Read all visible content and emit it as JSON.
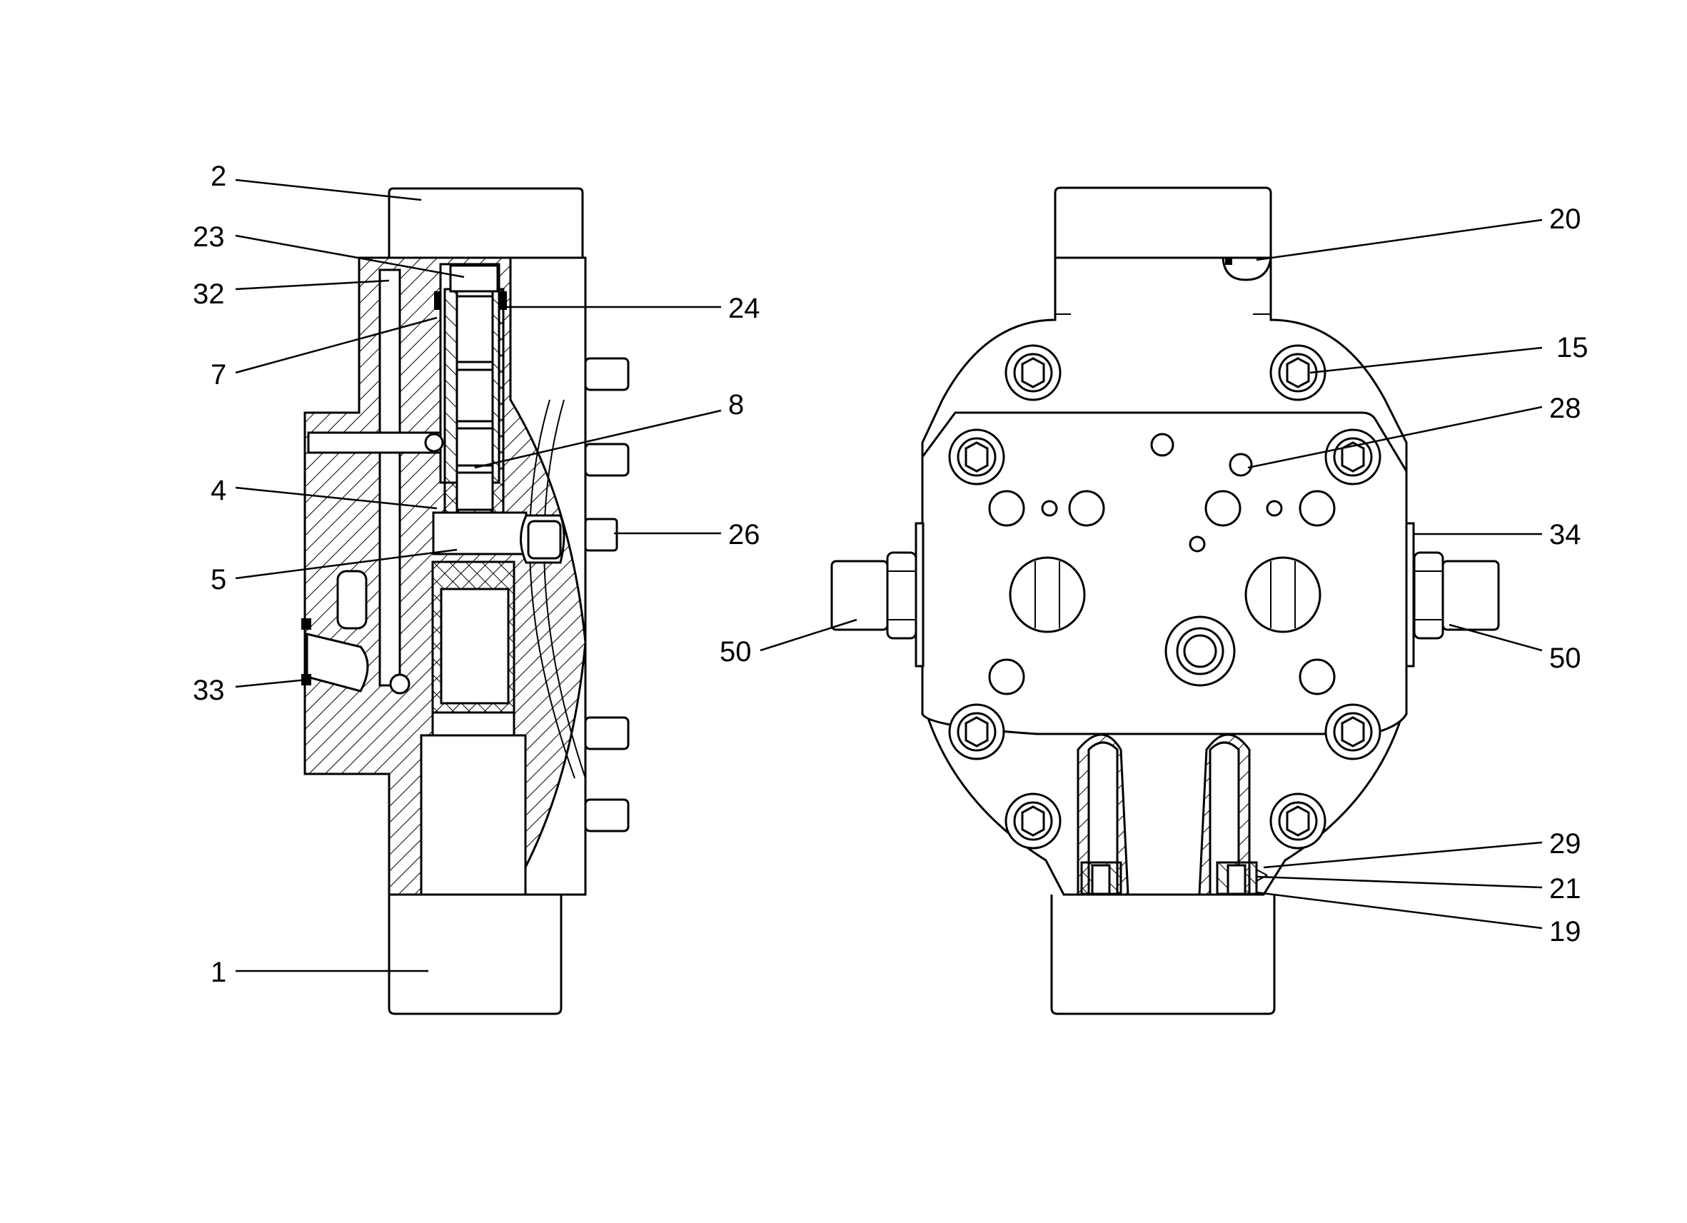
{
  "figure": {
    "left_view": {
      "callouts": [
        "2",
        "23",
        "32",
        "7",
        "4",
        "5",
        "33",
        "1",
        "24",
        "8",
        "26"
      ]
    },
    "right_view": {
      "callouts": [
        "20",
        "15",
        "28",
        "34",
        "50",
        "50",
        "29",
        "21",
        "19"
      ]
    }
  },
  "callouts": {
    "c2": "2",
    "c23": "23",
    "c32": "32",
    "c7": "7",
    "c4": "4",
    "c5": "5",
    "c33": "33",
    "c1": "1",
    "c24": "24",
    "c8": "8",
    "c26": "26",
    "c50a": "50",
    "c20": "20",
    "c15": "15",
    "c28": "28",
    "c34": "34",
    "c50b": "50",
    "c29": "29",
    "c21": "21",
    "c19": "19"
  },
  "colors": {
    "line": "#000000",
    "background": "#ffffff"
  }
}
